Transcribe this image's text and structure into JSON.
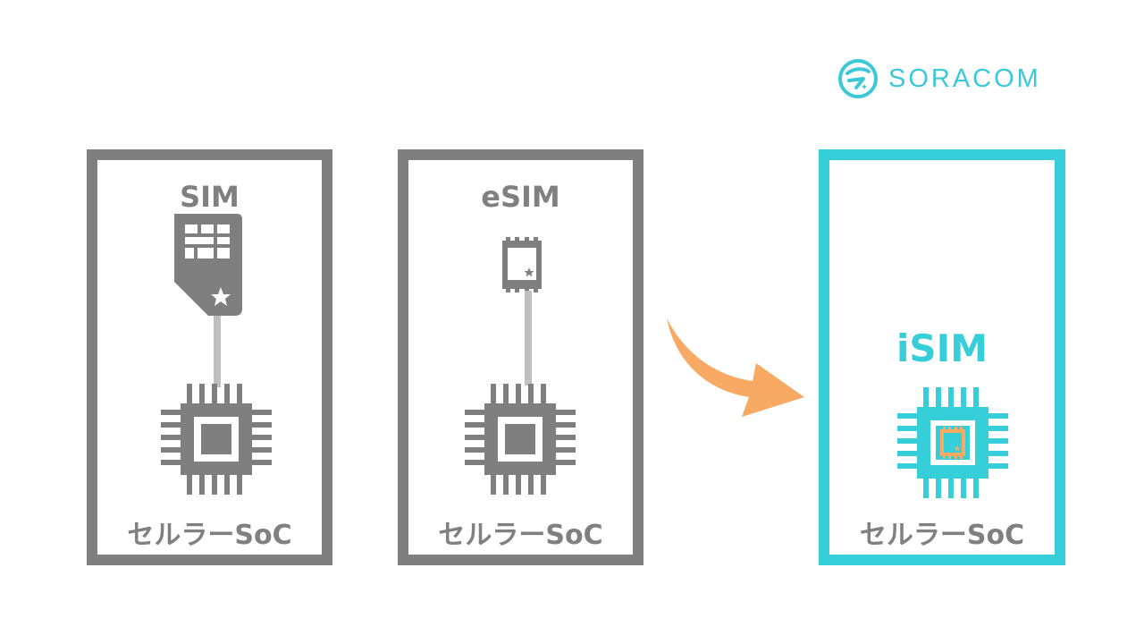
{
  "logo": {
    "text": "SORACOM",
    "icon": "soracom-logo-icon",
    "color": "#3cc8d8"
  },
  "colors": {
    "gray": "#7f7f7f",
    "text_gray": "#808080",
    "cyan": "#36cfd9",
    "orange": "#f8a964"
  },
  "panels": [
    {
      "id": "sim",
      "title": "SIM",
      "component_icon": "sim-card-icon",
      "soc_label": "セルラーSoC"
    },
    {
      "id": "esim",
      "title": "eSIM",
      "component_icon": "esim-chip-icon",
      "soc_label": "セルラーSoC"
    },
    {
      "id": "isim",
      "title": "iSIM",
      "component_icon": "integrated-sim-icon",
      "soc_label": "セルラーSoC"
    }
  ],
  "arrow": {
    "icon": "curved-arrow-icon"
  }
}
